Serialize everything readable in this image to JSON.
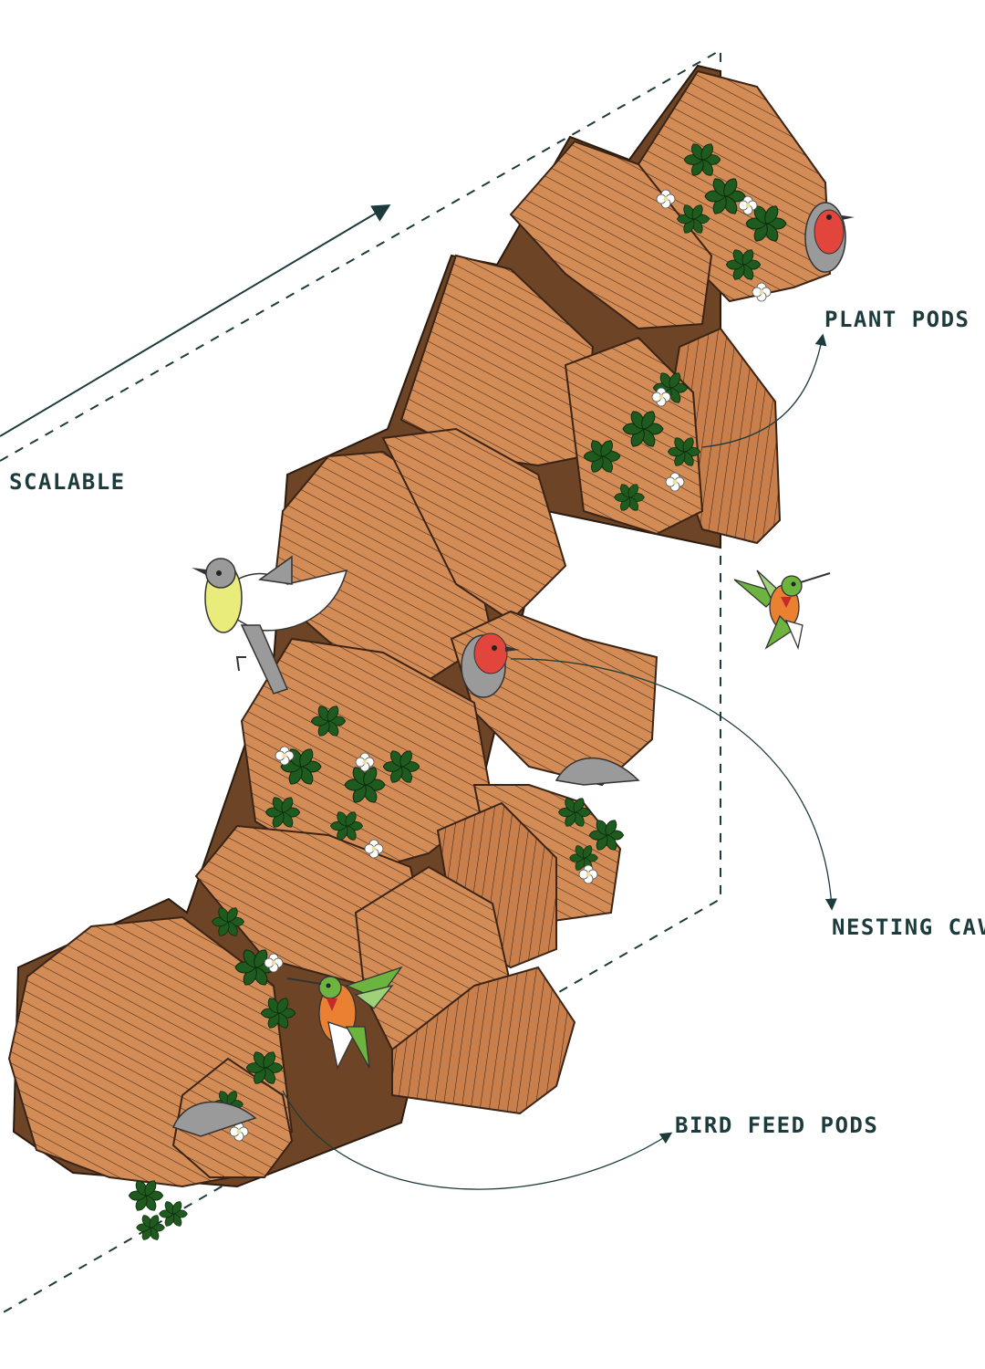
{
  "labels": {
    "scalable": "SCALABLE",
    "plant_pods": "PLANT PODS",
    "nesting_cavities": "NESTING CAV",
    "bird_feed_pods": "BIRD FEED PODS"
  },
  "colors": {
    "pod": "#d48c57",
    "pod_dark": "#b06a3a",
    "pod_stroke": "#3a2416",
    "backing": "#6e4426",
    "annotation": "#1d3b3c",
    "leaf": "#1f5a1f",
    "robin_breast": "#e2453b",
    "hummingbird_green": "#6db33f"
  }
}
